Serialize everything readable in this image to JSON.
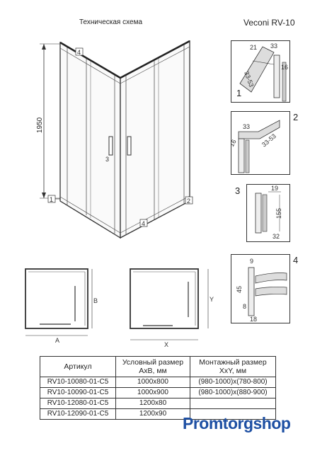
{
  "header": {
    "left_title": "Техническая схема",
    "right_title": "Veconi RV-10"
  },
  "main_drawing": {
    "height_label": "1950",
    "callouts": [
      "1",
      "2",
      "3",
      "4",
      "4"
    ]
  },
  "details": [
    {
      "number": "1",
      "dims": [
        "21",
        "33",
        "33-53",
        "16"
      ]
    },
    {
      "number": "2",
      "dims": [
        "33",
        "33-53",
        "16"
      ]
    },
    {
      "number": "3",
      "dims": [
        "19",
        "155",
        "32"
      ]
    },
    {
      "number": "4",
      "dims": [
        "9",
        "45",
        "8",
        "18"
      ]
    }
  ],
  "plans": {
    "left": {
      "width_label": "A",
      "depth_label": "B"
    },
    "right": {
      "width_label": "X",
      "depth_label": "Y"
    }
  },
  "table": {
    "headers": [
      "Артикул",
      "Условный размер\nАхВ, мм",
      "Монтажный размер\nXxY, мм"
    ],
    "rows": [
      [
        "RV10-10080-01-C5",
        "1000x800",
        "(980-1000)x(780-800)"
      ],
      [
        "RV10-10090-01-C5",
        "1000x900",
        "(980-1000)x(880-900)"
      ],
      [
        "RV10-12080-01-C5",
        "1200x80",
        ""
      ],
      [
        "RV10-12090-01-C5",
        "1200x90",
        ""
      ]
    ]
  },
  "logo": {
    "part1": "Promtorg",
    "part2": "shop"
  }
}
